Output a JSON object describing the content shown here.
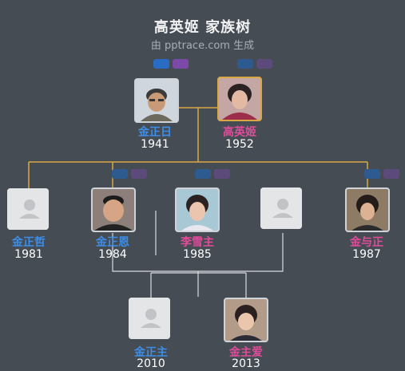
{
  "header": {
    "title": "高英姬 家族树",
    "subtitle": "由 pptrace.com 生成"
  },
  "colors": {
    "background": "#454c54",
    "male": "#3e8ee8",
    "female": "#e34b9a",
    "highlight_line": "#d8a845",
    "line": "#d9dce0"
  },
  "people": {
    "p1": {
      "name": "金正日",
      "year": "1941",
      "gender": "male",
      "photo": true
    },
    "p2": {
      "name": "高英姬",
      "year": "1952",
      "gender": "female",
      "photo": true,
      "focus": true
    },
    "p3": {
      "name": "金正哲",
      "year": "1981",
      "gender": "male",
      "photo": false
    },
    "p4": {
      "name": "金正恩",
      "year": "1984",
      "gender": "male",
      "photo": true
    },
    "p5": {
      "name": "李雪主",
      "year": "1985",
      "gender": "female",
      "photo": true
    },
    "p6": {
      "name": "",
      "year": "",
      "gender": "unknown",
      "photo": false
    },
    "p7": {
      "name": "金与正",
      "year": "1987",
      "gender": "female",
      "photo": true
    },
    "p8": {
      "name": "金正主",
      "year": "2010",
      "gender": "male",
      "photo": false
    },
    "p9": {
      "name": "金主爱",
      "year": "2013",
      "gender": "female",
      "photo": true
    }
  }
}
